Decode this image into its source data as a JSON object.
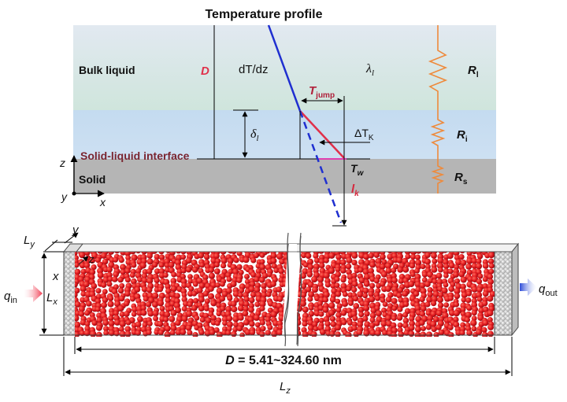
{
  "title": "Temperature profile",
  "regions": {
    "bulk_label": "Bulk liquid",
    "interface_label": "Solid-liquid interface",
    "solid_label": "Solid"
  },
  "profile": {
    "D_label": "D",
    "gradient_label": "dT/dz",
    "lambda_label": "λl",
    "tjump_main": "T",
    "tjump_sub": "jump",
    "delta_main": "δ",
    "delta_sub": "l",
    "dtk_main": "ΔT",
    "dtk_sub": "K",
    "tw_main": "T",
    "tw_sub": "w",
    "lk_main": "l",
    "lk_sub": "k"
  },
  "axes_top": {
    "z": "z",
    "y": "y",
    "x": "x"
  },
  "resistances": {
    "rl_main": "R",
    "rl_sub": "l",
    "ri_main": "R",
    "ri_sub": "i",
    "rs_main": "R",
    "rs_sub": "s"
  },
  "box": {
    "ly_main": "L",
    "ly_sub": "y",
    "lx_main": "L",
    "lx_sub": "x",
    "lz_main": "L",
    "lz_sub": "z",
    "y_label": "y",
    "z_label": "z",
    "x_label": "x",
    "qin_main": "q",
    "qin_sub": "in",
    "qout_main": "q",
    "qout_sub": "out",
    "d_prefix": "D",
    "d_value": " = 5.41~324.60 nm"
  },
  "colors": {
    "bulk_top": "#dfe7f0",
    "bulk_bottom": "#cfe5df",
    "interface": "#c7dcf2",
    "solid": "#b3b3b3",
    "profile_line": "#1f2fd0",
    "jump_line": "#e0304a",
    "resistor": "#ee8a3c",
    "label_red": "#d6263c",
    "label_dark_red": "#7a2530",
    "particle": "#e0181e"
  }
}
